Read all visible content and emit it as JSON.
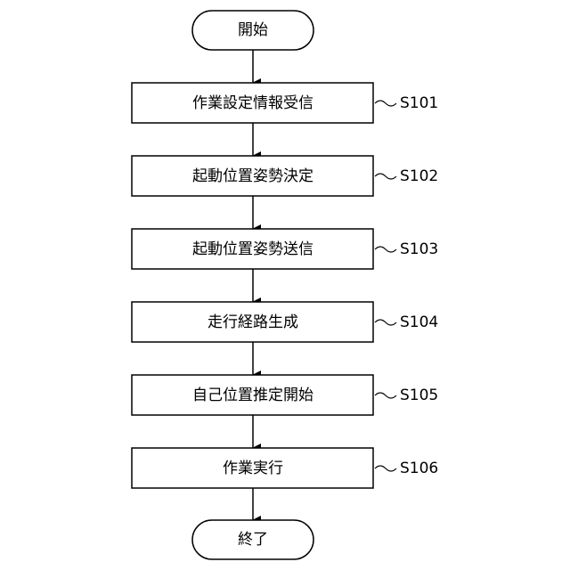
{
  "flowchart": {
    "start": {
      "text": "開始"
    },
    "steps": [
      {
        "text": "作業設定情報受信",
        "label": "S101"
      },
      {
        "text": "起動位置姿勢決定",
        "label": "S102"
      },
      {
        "text": "起動位置姿勢送信",
        "label": "S103"
      },
      {
        "text": "走行経路生成",
        "label": "S104"
      },
      {
        "text": "自己位置推定開始",
        "label": "S105"
      },
      {
        "text": "作業実行",
        "label": "S106"
      }
    ],
    "end": {
      "text": "終了"
    }
  }
}
